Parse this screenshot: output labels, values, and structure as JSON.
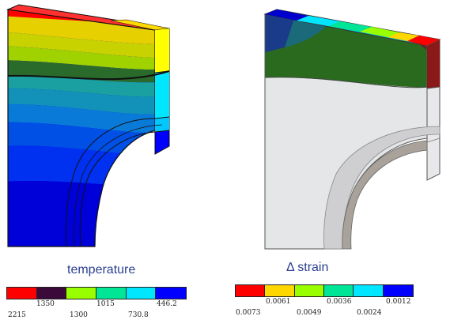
{
  "legend_left": {
    "title": "temperature",
    "colors": [
      "#ff0000",
      "#3b0a3b",
      "#99ff00",
      "#00e696",
      "#00e6ff",
      "#0000ff"
    ],
    "labels_top": [
      "1350",
      "1015",
      "446.2"
    ],
    "labels_bottom": [
      "2215",
      "1300",
      "730.8"
    ]
  },
  "legend_right": {
    "title": "Δ strain",
    "colors": [
      "#ff0000",
      "#ffd700",
      "#99ff00",
      "#00e696",
      "#00e6ff",
      "#0000ff"
    ],
    "labels_top": [
      "0.0061",
      "0.0036",
      "0.0012"
    ],
    "labels_bottom": [
      "0.0073",
      "0.0049",
      "0.0024"
    ]
  }
}
